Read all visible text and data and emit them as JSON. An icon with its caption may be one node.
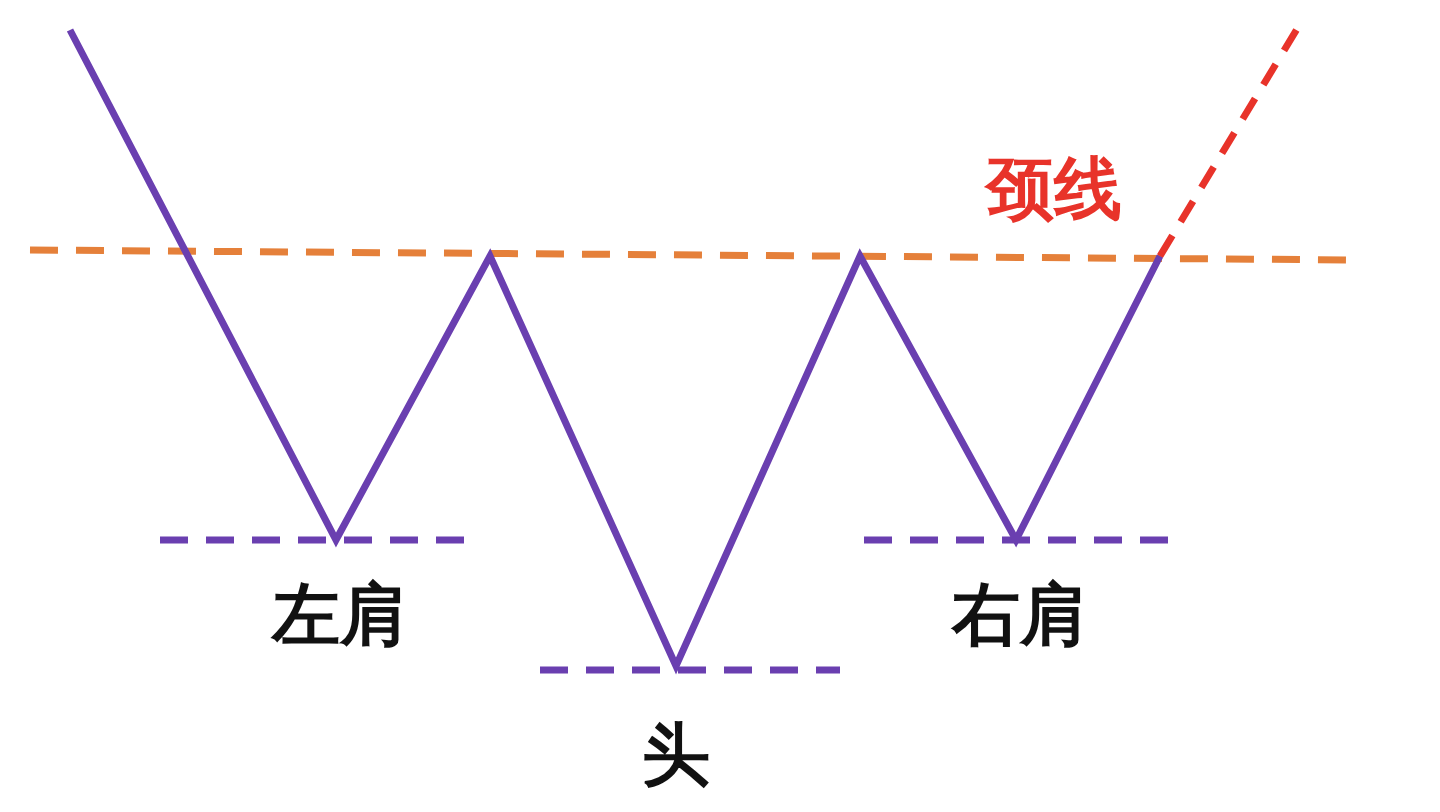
{
  "diagram": {
    "labels": [
      "颈线",
      "左肩",
      "右肩",
      "头"
    ]
  }
}
